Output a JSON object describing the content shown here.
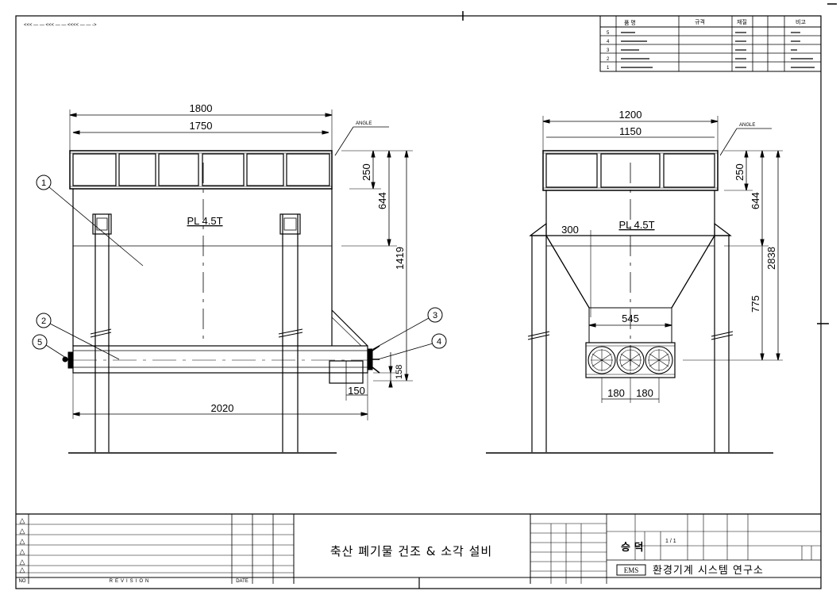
{
  "header_note": "<<< — — <<< — — <<<< — — ->",
  "parts_table": {
    "headers": [
      "",
      "품 명",
      "",
      "규격",
      "재질",
      "",
      "",
      "비고"
    ],
    "rows": [
      "1",
      "2",
      "3",
      "4",
      "5"
    ]
  },
  "front_view": {
    "dims": {
      "top_overall": "1800",
      "top_inner": "1750",
      "plate": "PL 4.5T",
      "h250": "250",
      "h644": "644",
      "h1419": "1419",
      "h158": "158",
      "w150": "150",
      "w2020": "2020"
    },
    "callouts": [
      "1",
      "2",
      "3",
      "4",
      "5"
    ],
    "angle_label": "ANGLE"
  },
  "side_view": {
    "dims": {
      "top_overall": "1200",
      "top_inner": "1150",
      "plate": "PL 4.5T",
      "w300": "300",
      "h250": "250",
      "h644": "644",
      "h2838": "2838",
      "h775": "775",
      "w545": "545",
      "w180a": "180",
      "w180b": "180"
    },
    "angle_label": "ANGLE"
  },
  "title_block": {
    "revision_label": "REVISION",
    "date_label": "DATE",
    "drawing_title": "축산 폐기물 건조 & 소각 설비",
    "institute": "환경기계 시스템 연구소",
    "institute_logo": "EMS",
    "scale": "1 / 1",
    "company_mark": "승 덕",
    "rev_symbols": [
      "△",
      "△",
      "△",
      "△",
      "△",
      "△",
      "NO"
    ]
  }
}
